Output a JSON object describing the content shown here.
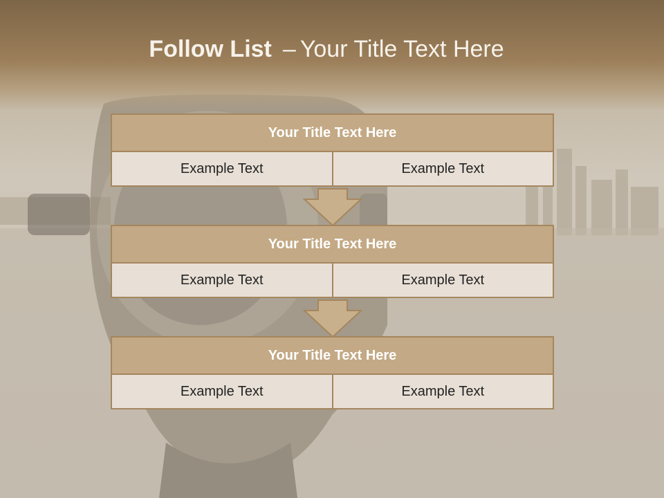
{
  "slide": {
    "title_bold": "Follow List",
    "title_dash": "–",
    "title_rest": "Your Title Text Here"
  },
  "blocks": [
    {
      "title": "Your Title Text Here",
      "cells": [
        "Example Text",
        "Example Text"
      ]
    },
    {
      "title": "Your Title Text Here",
      "cells": [
        "Example Text",
        "Example Text"
      ]
    },
    {
      "title": "Your Title Text Here",
      "cells": [
        "Example Text",
        "Example Text"
      ]
    }
  ],
  "colors": {
    "header_band": "#8c7150",
    "block_title_fill": "#c3a985",
    "block_border": "#a5865e",
    "cell_fill": "#e8e0d6",
    "arrow_fill": "#c8b08c"
  },
  "background_icon": "coin-operated-binoculars-photo"
}
